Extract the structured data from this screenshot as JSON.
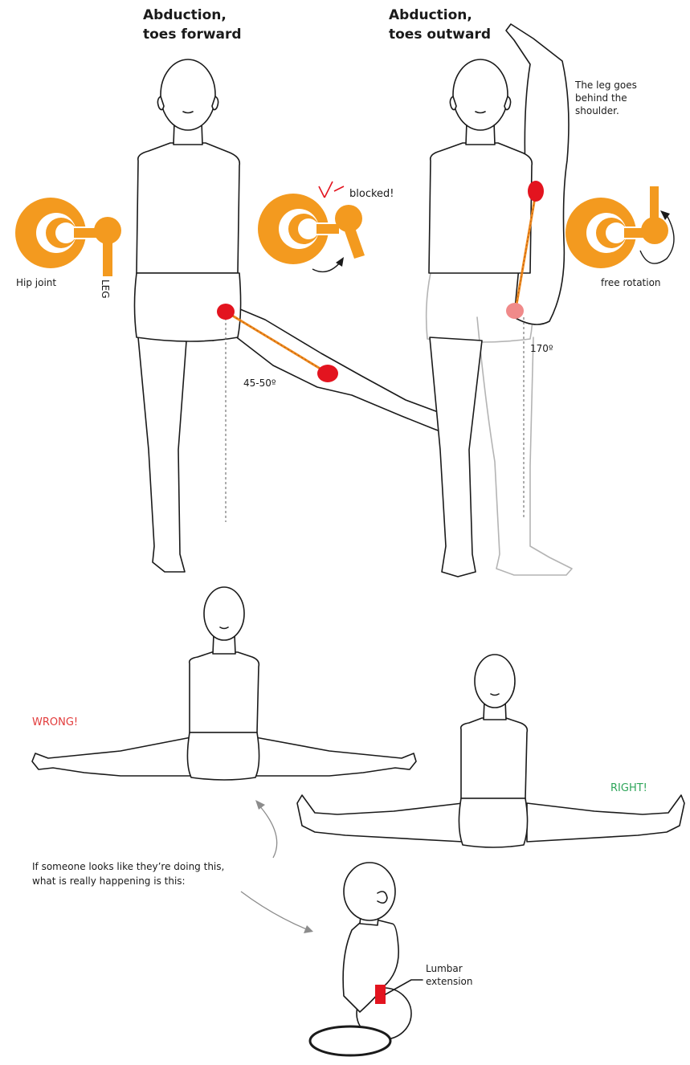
{
  "titles": {
    "left_line1": "Abduction,",
    "left_line2": "toes forward",
    "right_line1": "Abduction,",
    "right_line2": "toes outward"
  },
  "labels": {
    "hip_joint": "Hip joint",
    "leg": "LEG",
    "blocked": "blocked!",
    "free_rotation": "free rotation",
    "leg_behind_line1": "The leg goes",
    "leg_behind_line2": "behind the",
    "leg_behind_line3": "shoulder.",
    "angle_forward": "45-50º",
    "angle_outward": "170º",
    "wrong": "WRONG!",
    "right": "RIGHT!",
    "explain_line1": "If someone looks like they’re doing this,",
    "explain_line2": "what is really happening is this:",
    "lumbar_line1": "Lumbar",
    "lumbar_line2": "extension"
  },
  "colors": {
    "joint_orange": "#f39a1f",
    "marker_red": "#e3141f",
    "wrong_red": "#e23b3b",
    "right_green": "#2ea55a",
    "ghost_grey": "#b4b4b4"
  }
}
